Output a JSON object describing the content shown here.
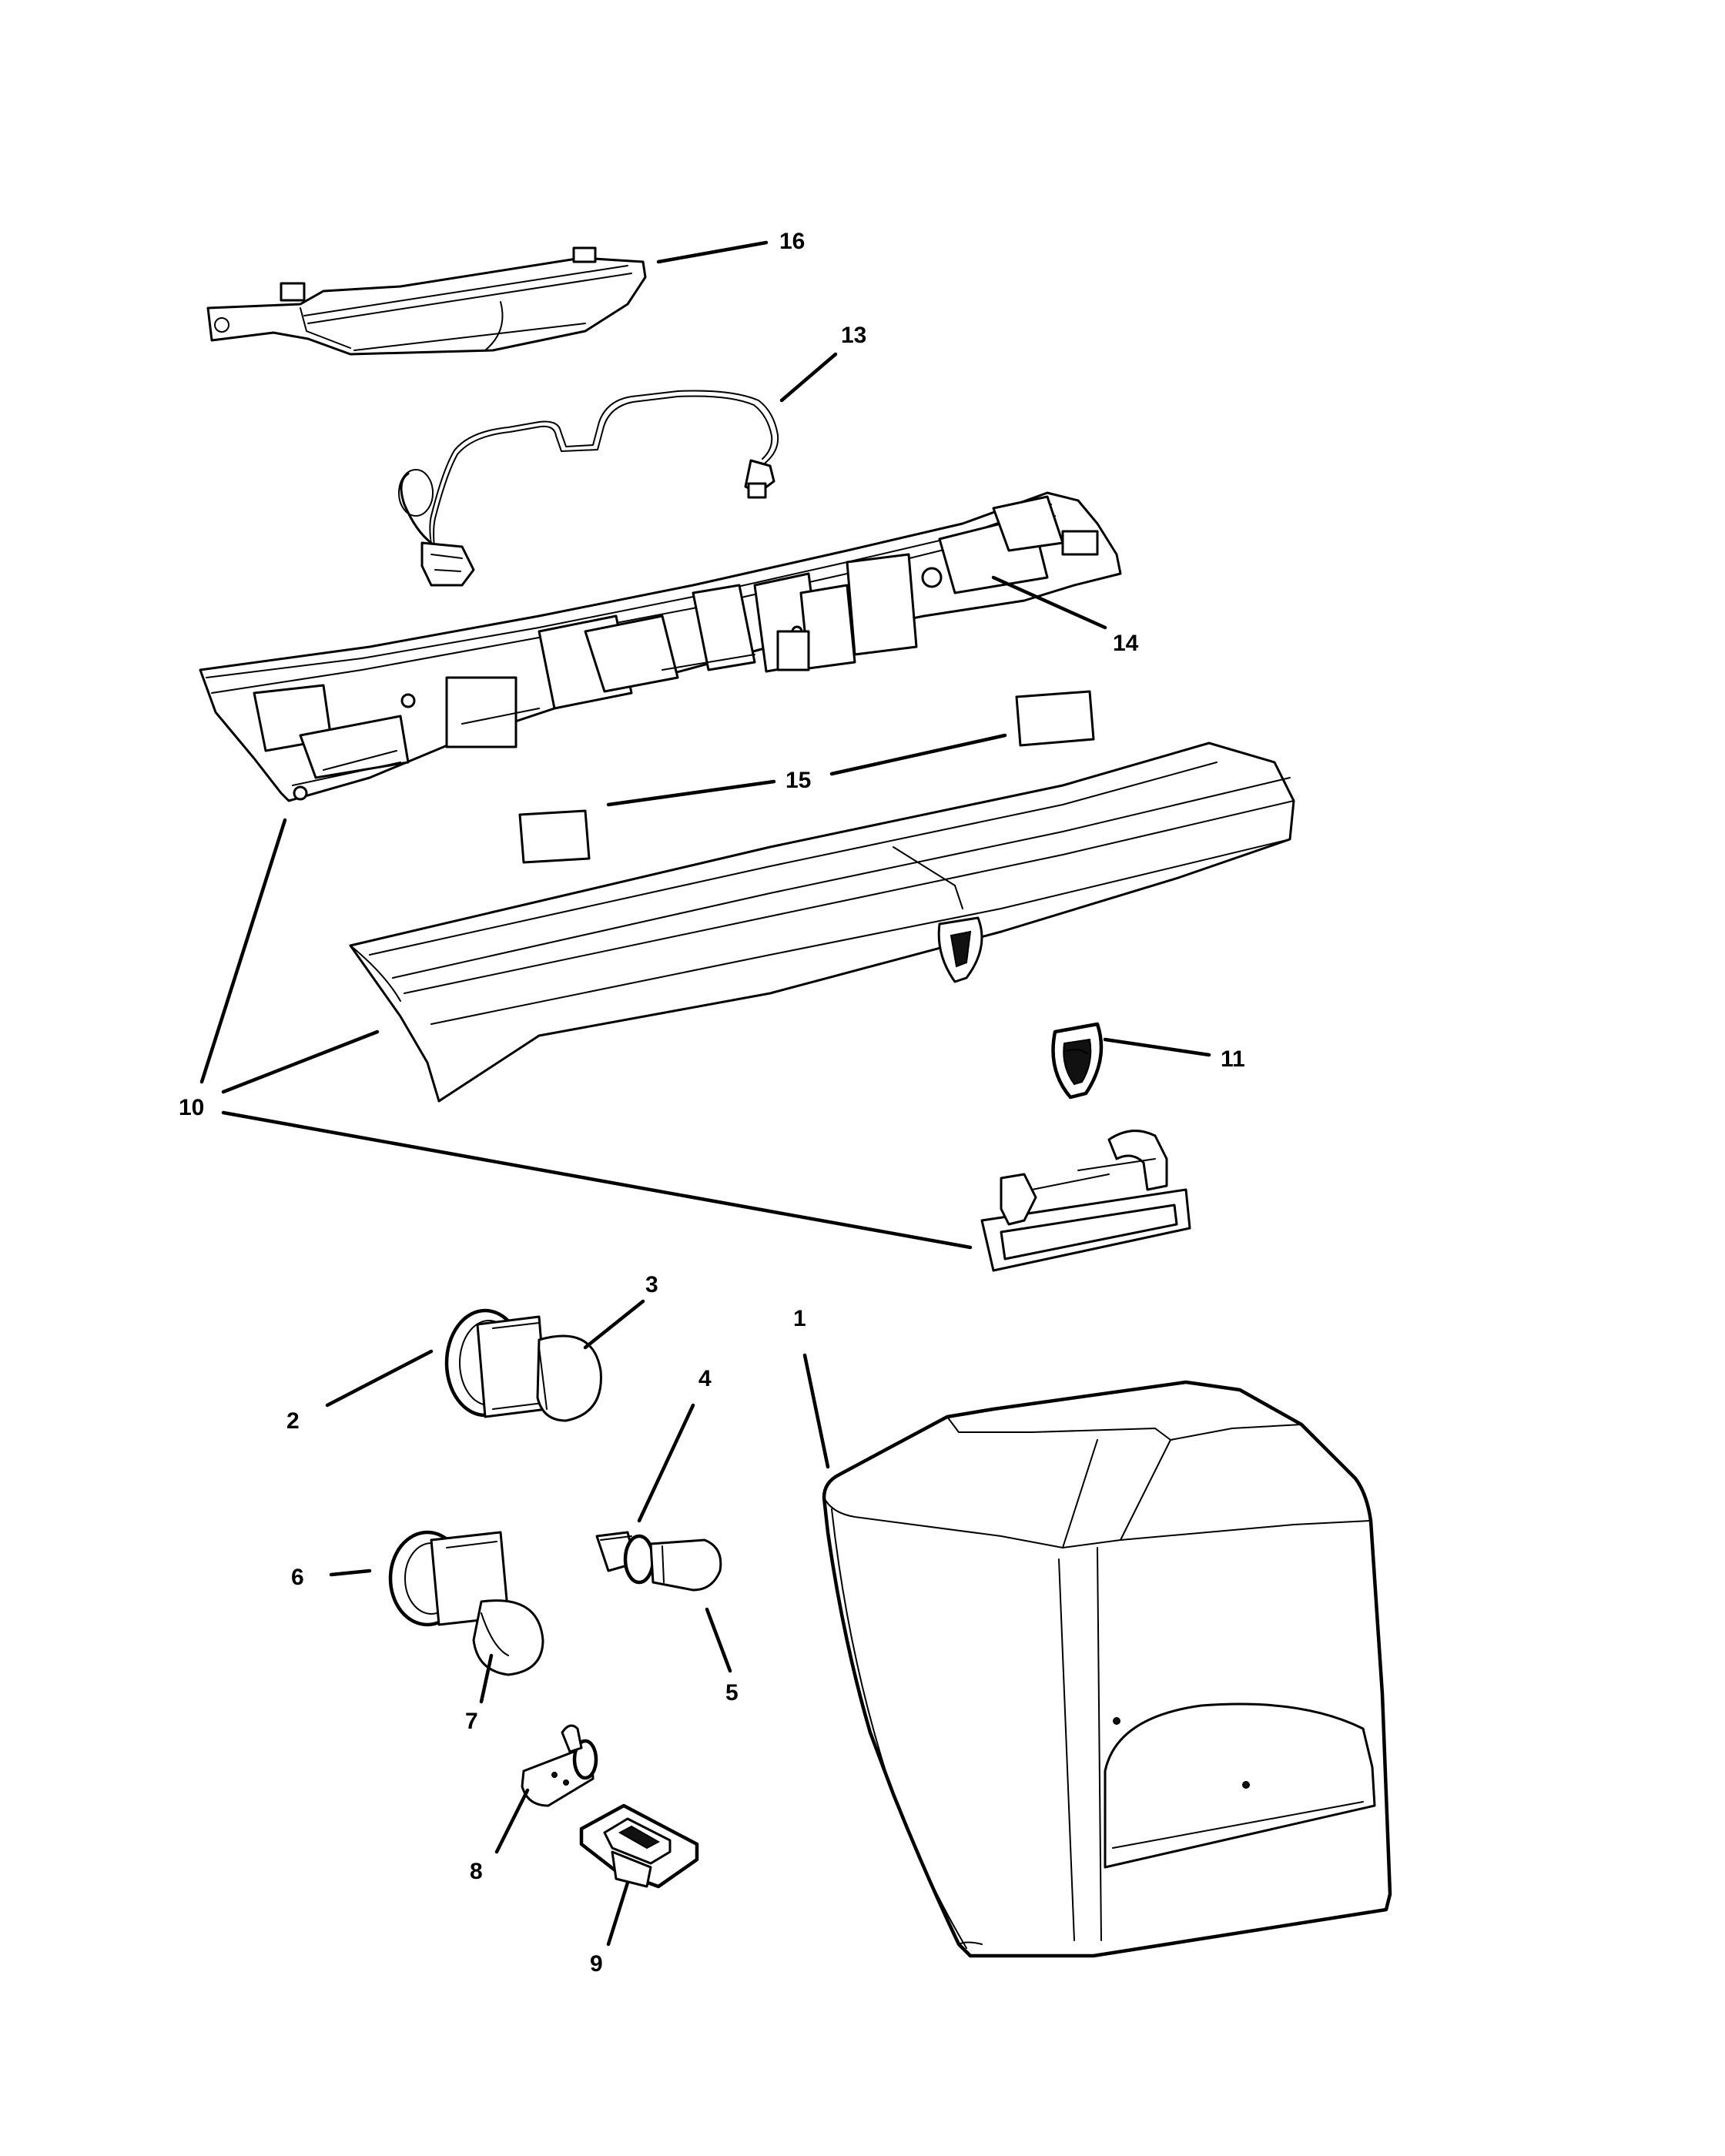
{
  "diagram": {
    "callouts": [
      {
        "id": "1",
        "label": "1"
      },
      {
        "id": "2",
        "label": "2"
      },
      {
        "id": "3",
        "label": "3"
      },
      {
        "id": "4",
        "label": "4"
      },
      {
        "id": "5",
        "label": "5"
      },
      {
        "id": "6",
        "label": "6"
      },
      {
        "id": "7",
        "label": "7"
      },
      {
        "id": "8",
        "label": "8"
      },
      {
        "id": "9",
        "label": "9"
      },
      {
        "id": "10",
        "label": "10"
      },
      {
        "id": "11",
        "label": "11"
      },
      {
        "id": "13",
        "label": "13"
      },
      {
        "id": "14",
        "label": "14"
      },
      {
        "id": "15",
        "label": "15"
      },
      {
        "id": "16",
        "label": "16"
      }
    ],
    "colors": {
      "ink": "#000000",
      "paper": "#ffffff"
    }
  }
}
